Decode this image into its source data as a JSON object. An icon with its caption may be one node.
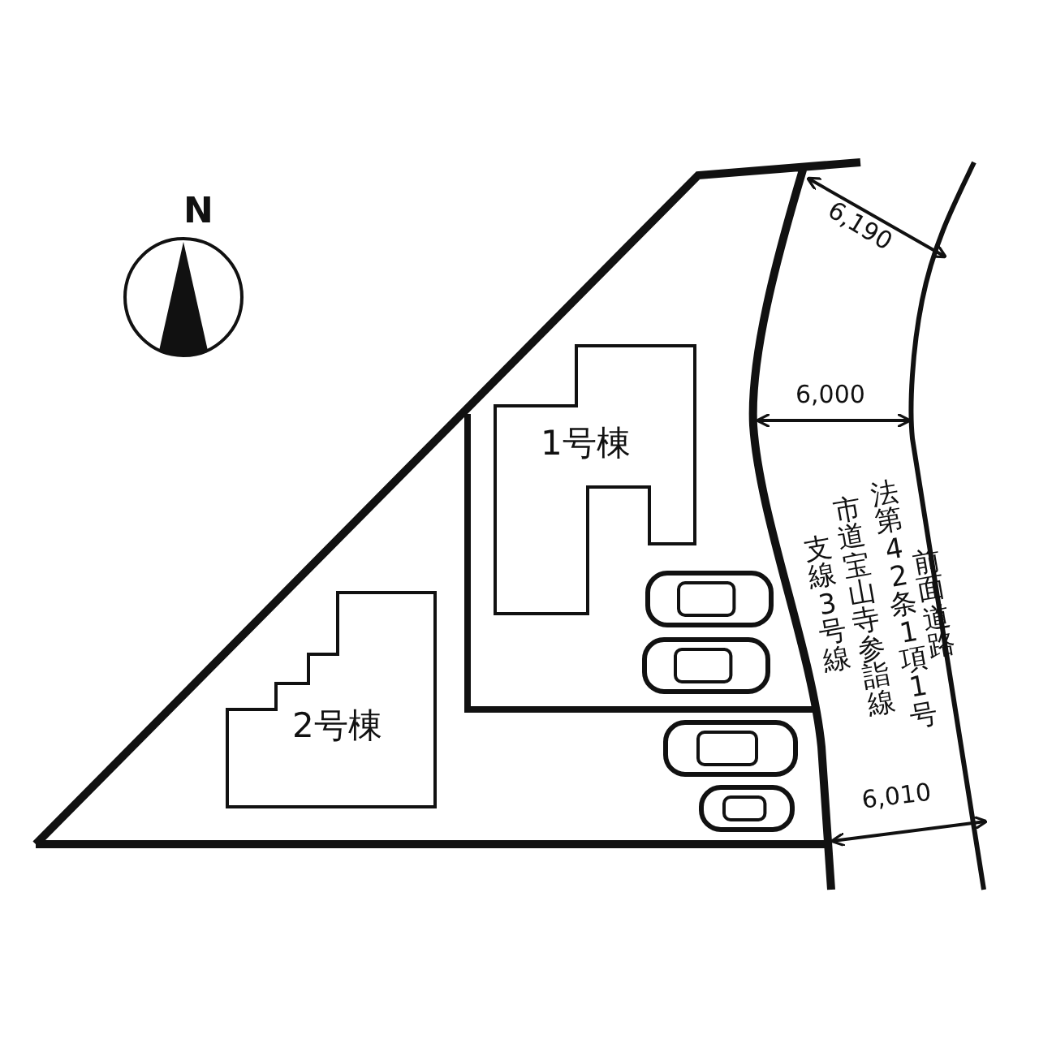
{
  "diagram": {
    "nodes": [
      {
        "text": [
          "1号棟"
        ]
      },
      {
        "text": [
          "2号棟"
        ]
      }
    ],
    "labels": [
      "N",
      "6,190",
      "6,000",
      "前面道路",
      "法第42条1項1号",
      "市道宝山寺参詣線",
      "支線3号線",
      "6,010"
    ]
  }
}
